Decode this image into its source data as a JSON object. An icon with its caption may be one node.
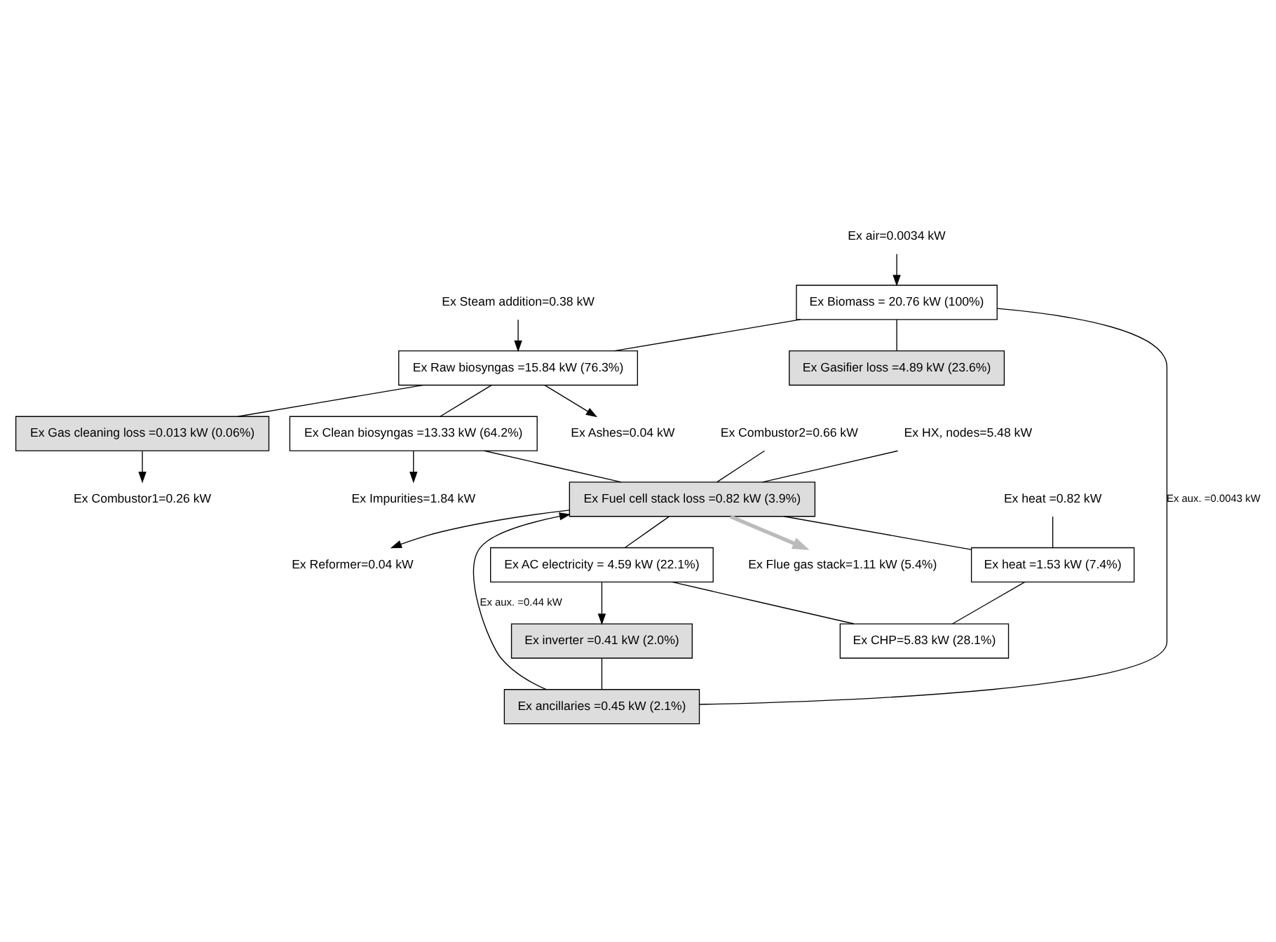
{
  "diagram": {
    "nodes": [
      {
        "text": [
          "Ex air=0.0034 kW"
        ]
      },
      {
        "text": [
          "Ex Biomass = 20.76 kW (100%)"
        ]
      },
      {
        "text": [
          "Ex Gasifier loss =4.89 kW (23.6%)"
        ]
      },
      {
        "text": [
          "Ex Raw biosyngas =15.84 kW (76.3%)"
        ]
      },
      {
        "text": [
          "Ex Ashes=0.04 kW"
        ]
      },
      {
        "text": [
          "Ex Steam addition=0.38 kW"
        ]
      },
      {
        "text": [
          "Ex Gas cleaning loss =0.013 kW (0.06%)"
        ]
      },
      {
        "text": [
          "Ex Combustor1=0.26 kW"
        ]
      },
      {
        "text": [
          "Ex Clean biosyngas =13.33 kW (64.2%)"
        ]
      },
      {
        "text": [
          "Ex Impurities=1.84 kW"
        ]
      },
      {
        "text": [
          "Ex Fuel cell stack loss =0.82 kW (3.9%)"
        ]
      },
      {
        "text": [
          "Ex Reformer=0.04 kW"
        ]
      },
      {
        "text": [
          "Ex Combustor2=0.66 kW"
        ]
      },
      {
        "text": [
          "Ex HX, nodes=5.48 kW"
        ]
      },
      {
        "text": [
          "Ex inverter =0.41 kW (2.0%)"
        ]
      },
      {
        "text": [
          "Ex AC electricity = 4.59 kW (22.1%)"
        ]
      },
      {
        "text": [
          "Ex heat =1.53 kW (7.4%)"
        ]
      },
      {
        "text": [
          "Ex heat =0.82 kW"
        ]
      },
      {
        "text": [
          "Ex CHP=5.83 kW (28.1%)"
        ]
      },
      {
        "text": [
          "Ex Flue gas stack=1.11 kW (5.4%)"
        ]
      },
      {
        "text": [
          "Ex ancillaries =0.45 kW (2.1%)"
        ]
      }
    ],
    "edges": [
      {
        "from": 0,
        "to": 1,
        "arrow": "to"
      },
      {
        "from": 1,
        "to": 2,
        "arrow": "none"
      },
      {
        "from": 1,
        "to": 3,
        "arrow": "none"
      },
      {
        "from": 3,
        "to": 4,
        "arrow": "to"
      },
      {
        "from": 5,
        "to": 3,
        "arrow": "to"
      },
      {
        "from": 3,
        "to": 6,
        "arrow": "none"
      },
      {
        "from": 3,
        "to": 8,
        "arrow": "none"
      },
      {
        "from": 6,
        "to": 7,
        "arrow": "to"
      },
      {
        "from": 8,
        "to": 9,
        "arrow": "to"
      },
      {
        "from": 8,
        "to": 10,
        "arrow": "none"
      },
      {
        "from": 10,
        "to": 11,
        "arrow": "to"
      },
      {
        "from": 12,
        "to": 10,
        "arrow": "none"
      },
      {
        "from": 13,
        "to": 10,
        "arrow": "none"
      },
      {
        "from": 17,
        "to": 16,
        "arrow": "none"
      },
      {
        "from": 10,
        "to": 15,
        "arrow": "none"
      },
      {
        "from": 10,
        "to": 16,
        "arrow": "none"
      },
      {
        "from": 15,
        "to": 14,
        "arrow": "to"
      },
      {
        "from": 14,
        "to": 20,
        "arrow": "none"
      },
      {
        "from": 15,
        "to": 18,
        "arrow": "none"
      },
      {
        "from": 16,
        "to": 18,
        "arrow": "none"
      },
      {
        "from": 10,
        "to": 19,
        "arrow": "to",
        "style": "thick",
        "color": "#bbbbbb"
      },
      {
        "from": 20,
        "to": 1,
        "arrow": "none",
        "label": "Ex aux. =0.0043 kW"
      },
      {
        "from": 20,
        "to": 10,
        "arrow": "to",
        "label": "Ex aux. =0.44 kW"
      }
    ]
  }
}
